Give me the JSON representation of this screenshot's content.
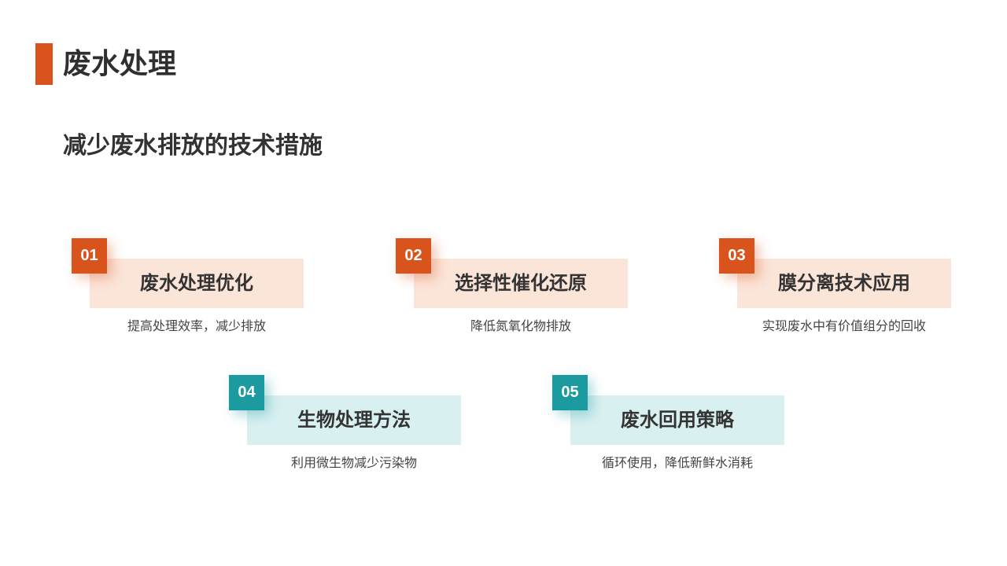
{
  "header": {
    "title": "废水处理",
    "accent_color": "#d9541c"
  },
  "section": {
    "subtitle": "减少废水排放的技术措施"
  },
  "colors": {
    "orange": "#d9541c",
    "orange_light": "#fbe4d8",
    "teal": "#1b9aa0",
    "teal_light": "#d9f0f1"
  },
  "items": [
    {
      "num": "01",
      "label": "废水处理优化",
      "desc": "提高处理效率，减少排放",
      "theme": "orange"
    },
    {
      "num": "02",
      "label": "选择性催化还原",
      "desc": "降低氮氧化物排放",
      "theme": "orange"
    },
    {
      "num": "03",
      "label": "膜分离技术应用",
      "desc": "实现废水中有价值组分的回收",
      "theme": "orange"
    },
    {
      "num": "04",
      "label": "生物处理方法",
      "desc": "利用微生物减少污染物",
      "theme": "teal"
    },
    {
      "num": "05",
      "label": "废水回用策略",
      "desc": "循环使用，降低新鲜水消耗",
      "theme": "teal"
    }
  ]
}
